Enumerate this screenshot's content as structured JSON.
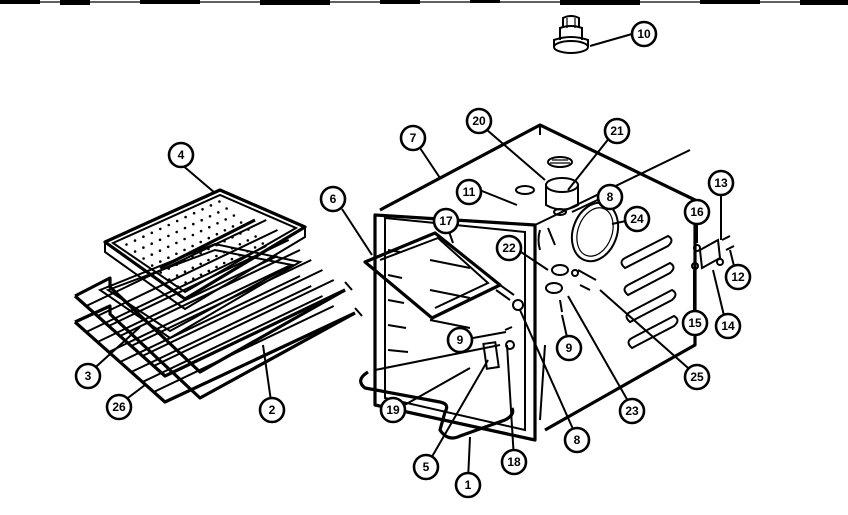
{
  "diagram": {
    "callouts": [
      {
        "id": "c1",
        "label": "1"
      },
      {
        "id": "c2",
        "label": "2"
      },
      {
        "id": "c3",
        "label": "3"
      },
      {
        "id": "c4",
        "label": "4"
      },
      {
        "id": "c5",
        "label": "5"
      },
      {
        "id": "c6",
        "label": "6"
      },
      {
        "id": "c7",
        "label": "7"
      },
      {
        "id": "c8",
        "label": "8"
      },
      {
        "id": "c8b",
        "label": "8"
      },
      {
        "id": "c9a",
        "label": "9"
      },
      {
        "id": "c9b",
        "label": "9"
      },
      {
        "id": "c10",
        "label": "10"
      },
      {
        "id": "c11",
        "label": "11"
      },
      {
        "id": "c12",
        "label": "12"
      },
      {
        "id": "c13",
        "label": "13"
      },
      {
        "id": "c14",
        "label": "14"
      },
      {
        "id": "c15",
        "label": "15"
      },
      {
        "id": "c16",
        "label": "16"
      },
      {
        "id": "c17",
        "label": "17"
      },
      {
        "id": "c18",
        "label": "18"
      },
      {
        "id": "c19",
        "label": "19"
      },
      {
        "id": "c20",
        "label": "20"
      },
      {
        "id": "c21",
        "label": "21"
      },
      {
        "id": "c22",
        "label": "22"
      },
      {
        "id": "c23",
        "label": "23"
      },
      {
        "id": "c24",
        "label": "24"
      },
      {
        "id": "c25",
        "label": "25"
      },
      {
        "id": "c26",
        "label": "26"
      }
    ]
  }
}
